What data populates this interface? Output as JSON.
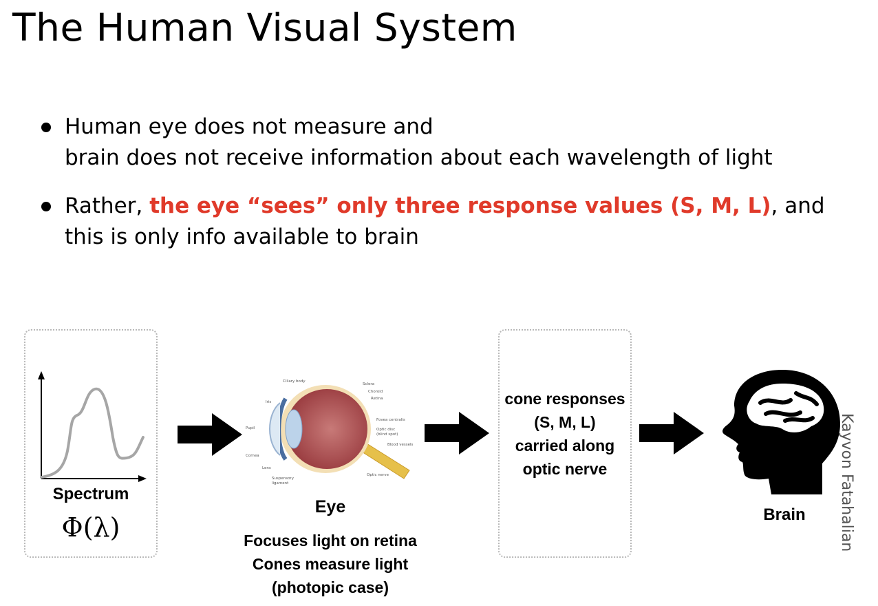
{
  "title": "The Human Visual System",
  "bullets": [
    {
      "line1": "Human eye does not measure and",
      "line2": "brain does not receive information about each wavelength of light"
    },
    {
      "pre": "Rather, ",
      "highlight": "the eye “sees” only three response values (S, M, L)",
      "post": ", and",
      "line2": "this is only info available to brain"
    }
  ],
  "diagram": {
    "spectrum": {
      "label": "Spectrum",
      "formula": "Φ(λ)"
    },
    "eye": {
      "label": "Eye",
      "desc": [
        "Focuses light on retina",
        "Cones measure light",
        "(photopic case)"
      ],
      "parts": [
        "Ciliary body",
        "Sclera",
        "Choroid",
        "Retina",
        "Iris",
        "Pupil",
        "Fovea centralis",
        "Optic disc",
        "(blind spot)",
        "Blood vessels",
        "Cornea",
        "Lens",
        "Suspensory",
        "ligament",
        "Optic nerve"
      ]
    },
    "cone": {
      "lines": [
        "cone responses",
        "(S, M, L)",
        "carried along",
        "optic nerve"
      ]
    },
    "brain": {
      "label": "Brain"
    }
  },
  "credit": "Kayvon Fatahalian",
  "colors": {
    "highlight": "#e03a2a",
    "curve": "#a6a6a6",
    "box_border": "#b8b8b8"
  }
}
